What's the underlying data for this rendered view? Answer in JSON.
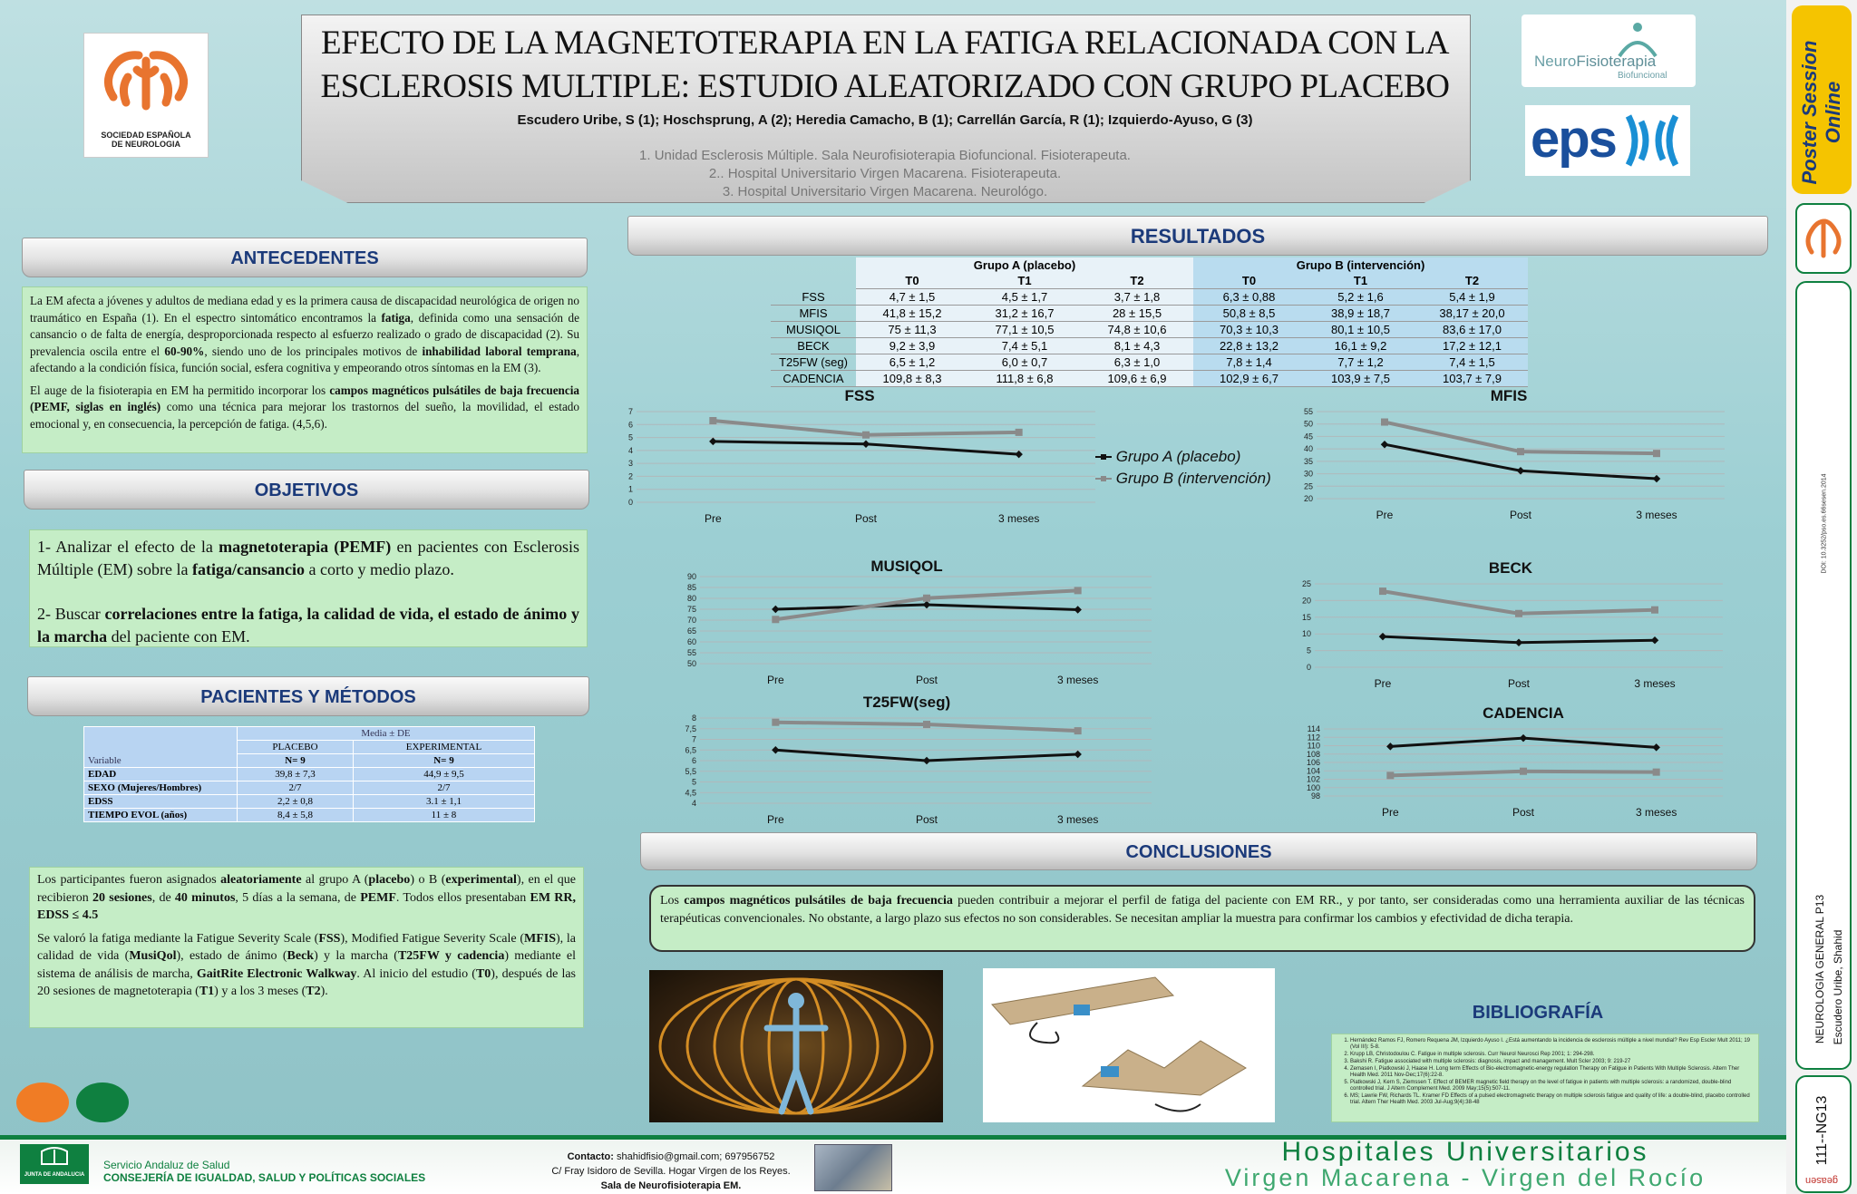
{
  "header": {
    "title_line1": "EFECTO DE LA MAGNETOTERAPIA EN LA FATIGA RELACIONADA CON LA",
    "title_line2": "ESCLEROSIS MULTIPLE: ESTUDIO ALEATORIZADO CON GRUPO PLACEBO",
    "authors": "Escudero Uribe, S (1); Hoschsprung, A (2); Heredia Camacho, B (1); Carrellán García, R (1); Izquierdo-Ayuso, G (3)",
    "affiliations": [
      "1. Unidad Esclerosis Múltiple. Sala Neurofisioterapia Biofuncional. Fisioterapeuta.",
      "2.. Hospital Universitario Virgen Macarena. Fisioterapeuta.",
      "3.  Hospital Universitario Virgen Macarena. Neurológo."
    ]
  },
  "logos": {
    "sen_line1": "SOCIEDAD ESPAÑOLA",
    "sen_line2": "DE NEUROLOGIA",
    "neuro_a": "Neuro",
    "neuro_b": "Fisioterapia",
    "neuro_c": "Biofuncional",
    "eps": "eps",
    "junta": "JUNTA DE ANDALUCIA",
    "sas_line1": "Servicio Andaluz de Salud",
    "sas_line2": "CONSEJERÍA DE IGUALDAD, SALUD Y POLÍTICAS SOCIALES"
  },
  "antecedentes": {
    "heading": "ANTECEDENTES",
    "p1_a": "La EM afecta a jóvenes y adultos de mediana edad y es la primera causa de discapacidad neurológica de origen no traumático en España (1). En el espectro sintomático encontramos la ",
    "p1_b": "fatiga",
    "p1_c": ", definida como una sensación de cansancio o de falta de energía, desproporcionada respecto al esfuerzo realizado o grado de discapacidad (2). Su prevalencia oscila entre el ",
    "p1_d": "60-90%",
    "p1_e": ", siendo uno de los principales motivos de ",
    "p1_f": "inhabilidad laboral temprana",
    "p1_g": ", afectando a la condición física, función social, esfera cognitiva y empeorando otros síntomas en la EM (3).",
    "p2_a": "El auge de la fisioterapia en EM ha permitido incorporar los ",
    "p2_b": "campos magnéticos pulsátiles de baja frecuencia (PEMF, siglas en inglés)",
    "p2_c": " como una técnica para mejorar los trastornos del sueño, la movilidad, el estado emocional y, en consecuencia, la percepción de fatiga. (4,5,6)."
  },
  "objetivos": {
    "heading": "OBJETIVOS",
    "o1_a": "1- Analizar el efecto de la ",
    "o1_b": "magnetoterapia (PEMF)",
    "o1_c": " en pacientes con Esclerosis Múltiple (EM) sobre la ",
    "o1_d": "fatiga/cansancio",
    "o1_e": " a corto y medio plazo.",
    "o2_a": "2- Buscar ",
    "o2_b": "correlaciones entre la fatiga, la calidad de vida, el estado de ánimo y la marcha",
    "o2_c": " del paciente con EM."
  },
  "metodos": {
    "heading": "PACIENTES Y MÉTODOS",
    "table": {
      "group_header": "Media ± DE",
      "var_header": "Variable",
      "col1": "PLACEBO",
      "col1_n": "N= 9",
      "col2": "EXPERIMENTAL",
      "col2_n": "N= 9",
      "rows": [
        {
          "label": "EDAD",
          "placebo": "39,8 ± 7,3",
          "exp": "44,9 ± 9,5"
        },
        {
          "label": "SEXO (Mujeres/Hombres)",
          "placebo": "2/7",
          "exp": "2/7"
        },
        {
          "label": "EDSS",
          "placebo": "2,2 ± 0,8",
          "exp": "3.1 ± 1,1"
        },
        {
          "label": "TIEMPO EVOL (años)",
          "placebo": "8,4 ± 5,8",
          "exp": "11 ± 8"
        }
      ]
    },
    "p1_a": "Los participantes fueron asignados ",
    "p1_b": "aleatoriamente",
    "p1_c": " al grupo A (",
    "p1_d": "placebo",
    "p1_e": ") o B (",
    "p1_f": "experimental",
    "p1_g": "), en el que recibieron ",
    "p1_h": "20 sesiones",
    "p1_i": ", de ",
    "p1_j": "40 minutos",
    "p1_k": ", 5 días a la semana, de ",
    "p1_l": "PEMF",
    "p1_m": ". Todos ellos presentaban ",
    "p1_n": "EM RR, EDSS ≤ 4.5",
    "p2_a": "Se valoró la fatiga mediante la Fatigue Severity Scale (",
    "p2_b": "FSS",
    "p2_c": "), Modified Fatigue Severity Scale (",
    "p2_d": "MFIS",
    "p2_e": "), la calidad de vida (",
    "p2_f": "MusiQol",
    "p2_g": "), estado de ánimo (",
    "p2_h": "Beck",
    "p2_i": ") y la marcha (",
    "p2_j": "T25FW y cadencia",
    "p2_k": ") mediante el sistema de análisis de marcha, ",
    "p2_l": "GaitRite Electronic Walkway",
    "p2_m": ". Al inicio del estudio (",
    "p2_n": "T0",
    "p2_o": "), después de las 20 sesiones de magnetoterapia (",
    "p2_p": "T1",
    "p2_q": ") y a los 3 meses (",
    "p2_r": "T2",
    "p2_s": ")."
  },
  "resultados": {
    "heading": "RESULTADOS",
    "group_a": "Grupo A (placebo)",
    "group_b": "Grupo B (intervención)",
    "times": [
      "T0",
      "T1",
      "T2"
    ],
    "rows": [
      {
        "label": "FSS",
        "a": [
          "4,7 ± 1,5",
          "4,5 ± 1,7",
          "3,7 ± 1,8"
        ],
        "b": [
          "6,3 ± 0,88",
          "5,2 ± 1,6",
          "5,4 ± 1,9"
        ]
      },
      {
        "label": "MFIS",
        "a": [
          "41,8 ± 15,2",
          "31,2 ± 16,7",
          "28 ± 15,5"
        ],
        "b": [
          "50,8 ± 8,5",
          "38,9 ± 18,7",
          "38,17 ± 20,0"
        ]
      },
      {
        "label": "MUSIQOL",
        "a": [
          "75 ± 11,3",
          "77,1 ± 10,5",
          "74,8 ± 10,6"
        ],
        "b": [
          "70,3 ± 10,3",
          "80,1 ± 10,5",
          "83,6 ± 17,0"
        ]
      },
      {
        "label": "BECK",
        "a": [
          "9,2 ± 3,9",
          "7,4 ± 5,1",
          "8,1 ± 4,3"
        ],
        "b": [
          "22,8 ± 13,2",
          "16,1 ± 9,2",
          "17,2 ± 12,1"
        ]
      },
      {
        "label": "T25FW (seg)",
        "a": [
          "6,5 ± 1,2",
          "6,0 ± 0,7",
          "6,3 ± 1,0"
        ],
        "b": [
          "7,8 ± 1,4",
          "7,7 ± 1,2",
          "7,4 ± 1,5"
        ]
      },
      {
        "label": "CADENCIA",
        "a": [
          "109,8 ± 8,3",
          "111,8 ± 6,8",
          "109,6 ± 6,9"
        ],
        "b": [
          "102,9 ± 6,7",
          "103,9 ± 7,5",
          "103,7 ± 7,9"
        ]
      }
    ],
    "legend_a": "Grupo A (placebo)",
    "legend_b": "Grupo B (intervención)"
  },
  "chart_data": [
    {
      "type": "line",
      "title": "FSS",
      "categories": [
        "Pre",
        "Post",
        "3 meses"
      ],
      "ylim": [
        0,
        7
      ],
      "yticks": [
        0,
        1,
        2,
        3,
        4,
        5,
        6,
        7
      ],
      "series": [
        {
          "name": "Grupo A (placebo)",
          "values": [
            4.7,
            4.5,
            3.7
          ]
        },
        {
          "name": "Grupo B (intervención)",
          "values": [
            6.3,
            5.2,
            5.4
          ]
        }
      ]
    },
    {
      "type": "line",
      "title": "MFIS",
      "categories": [
        "Pre",
        "Post",
        "3 meses"
      ],
      "ylim": [
        20,
        55
      ],
      "yticks": [
        20,
        25,
        30,
        35,
        40,
        45,
        50,
        55
      ],
      "series": [
        {
          "name": "Grupo A (placebo)",
          "values": [
            41.8,
            31.2,
            28
          ]
        },
        {
          "name": "Grupo B (intervención)",
          "values": [
            50.8,
            38.9,
            38.17
          ]
        }
      ]
    },
    {
      "type": "line",
      "title": "MUSIQOL",
      "categories": [
        "Pre",
        "Post",
        "3 meses"
      ],
      "ylim": [
        50,
        90
      ],
      "yticks": [
        50,
        55,
        60,
        65,
        70,
        75,
        80,
        85,
        90
      ],
      "series": [
        {
          "name": "Grupo A (placebo)",
          "values": [
            75,
            77.1,
            74.8
          ]
        },
        {
          "name": "Grupo B (intervención)",
          "values": [
            70.3,
            80.1,
            83.6
          ]
        }
      ]
    },
    {
      "type": "line",
      "title": "BECK",
      "categories": [
        "Pre",
        "Post",
        "3 meses"
      ],
      "ylim": [
        0,
        25
      ],
      "yticks": [
        0,
        5,
        10,
        15,
        20,
        25
      ],
      "series": [
        {
          "name": "Grupo A (placebo)",
          "values": [
            9.2,
            7.4,
            8.1
          ]
        },
        {
          "name": "Grupo B (intervención)",
          "values": [
            22.8,
            16.1,
            17.2
          ]
        }
      ]
    },
    {
      "type": "line",
      "title": "T25FW(seg)",
      "categories": [
        "Pre",
        "Post",
        "3 meses"
      ],
      "ylim": [
        4,
        8
      ],
      "yticks": [
        4,
        4.5,
        5,
        5.5,
        6,
        6.5,
        7,
        7.5,
        8
      ],
      "series": [
        {
          "name": "Grupo A (placebo)",
          "values": [
            6.5,
            6.0,
            6.3
          ]
        },
        {
          "name": "Grupo B (intervención)",
          "values": [
            7.8,
            7.7,
            7.4
          ]
        }
      ]
    },
    {
      "type": "line",
      "title": "CADENCIA",
      "categories": [
        "Pre",
        "Post",
        "3 meses"
      ],
      "ylim": [
        98,
        114
      ],
      "yticks": [
        98,
        100,
        102,
        104,
        106,
        108,
        110,
        112,
        114
      ],
      "series": [
        {
          "name": "Grupo A (placebo)",
          "values": [
            109.8,
            111.8,
            109.6
          ]
        },
        {
          "name": "Grupo B (intervención)",
          "values": [
            102.9,
            103.9,
            103.7
          ]
        }
      ]
    }
  ],
  "conclusiones": {
    "heading": "CONCLUSIONES",
    "text_a": "Los ",
    "text_b": "campos magnéticos pulsátiles de baja frecuencia",
    "text_c": "  pueden contribuir a mejorar el perfil de fatiga del paciente con EM RR., y por tanto, ser consideradas como una herramienta auxiliar de las técnicas terapéuticas convencionales. No obstante, a largo plazo sus efectos no son considerables. Se necesitan ampliar la muestra para confirmar los cambios y efectividad de dicha terapia."
  },
  "bibliografia": {
    "heading": "BIBLIOGRAFÍA",
    "refs": [
      "Hernández Ramos FJ, Romero Requena JM, Izquierdo Ayuso I. ¿Está aumentando la incidencia de esclerosis múltiple a nivel mundial? Rev Esp Escler Mult 2011; 19 (Vol III): 5-8.",
      "Krupp LB, Christodoulou C. Fatigue in multiple sclerosis. Curr Neurol Neurosci Rep 2001; 1: 294-298.",
      "Bakshi R. Fatigue associated with multiple sclerosis: diagnosis, impact and management. Mult Scler 2003; 9: 219-27",
      "Zemasen I, Piatkowski J, Haase H. Long term Effects of Bio-electromagnetic-energy regulation Therapy on Fatigue in Patients With Multiple Sclerosis. Altern Ther Health Med. 2011 Nov-Dec;17(6):22-8.",
      "Piatkowski J, Kern S, Ziemssen T. Effect of BEMER magnetic field therapy on the level of fatigue in patients with multiple sclerosis: a randomized, double-blind controlled trial. J Altern Complement Med. 2009 May;15(5):507-11.",
      "MS; Lawrie FW, Richards TL. Kramer FD Effects of a pulsed electromagnetic therapy on multiple sclerosis fatigue and quality of life: a double-blind, placebo controlled trial. Altern Ther Health Med. 2003 Jul-Aug;9(4):38-48"
    ]
  },
  "footer": {
    "contact_label": "Contacto:",
    "contact_value": " shahidfisio@gmail.com; 697956752",
    "address": "C/ Fray Isidoro de Sevilla. Hogar Virgen de los Reyes.",
    "room": "Sala de Neurofisioterapia EM.",
    "hosp_line1": "Hospitales Universitarios",
    "hosp_line2": "Virgen Macarena - Virgen del Rocío"
  },
  "sidebar": {
    "poster_session": "Poster Session Online",
    "doi": "DOI: 10.3252/pso.es.66sesen.2014",
    "category": "NEUROLOGIA GENERAL P13",
    "author": "Escudero Uribe, Shahid",
    "code": "111--NG13",
    "brand": "geasen"
  },
  "colors": {
    "group_a": "#111111",
    "group_b": "#8a8a8a",
    "heading": "#1b3a7a",
    "green_box": "#c5edc6"
  }
}
